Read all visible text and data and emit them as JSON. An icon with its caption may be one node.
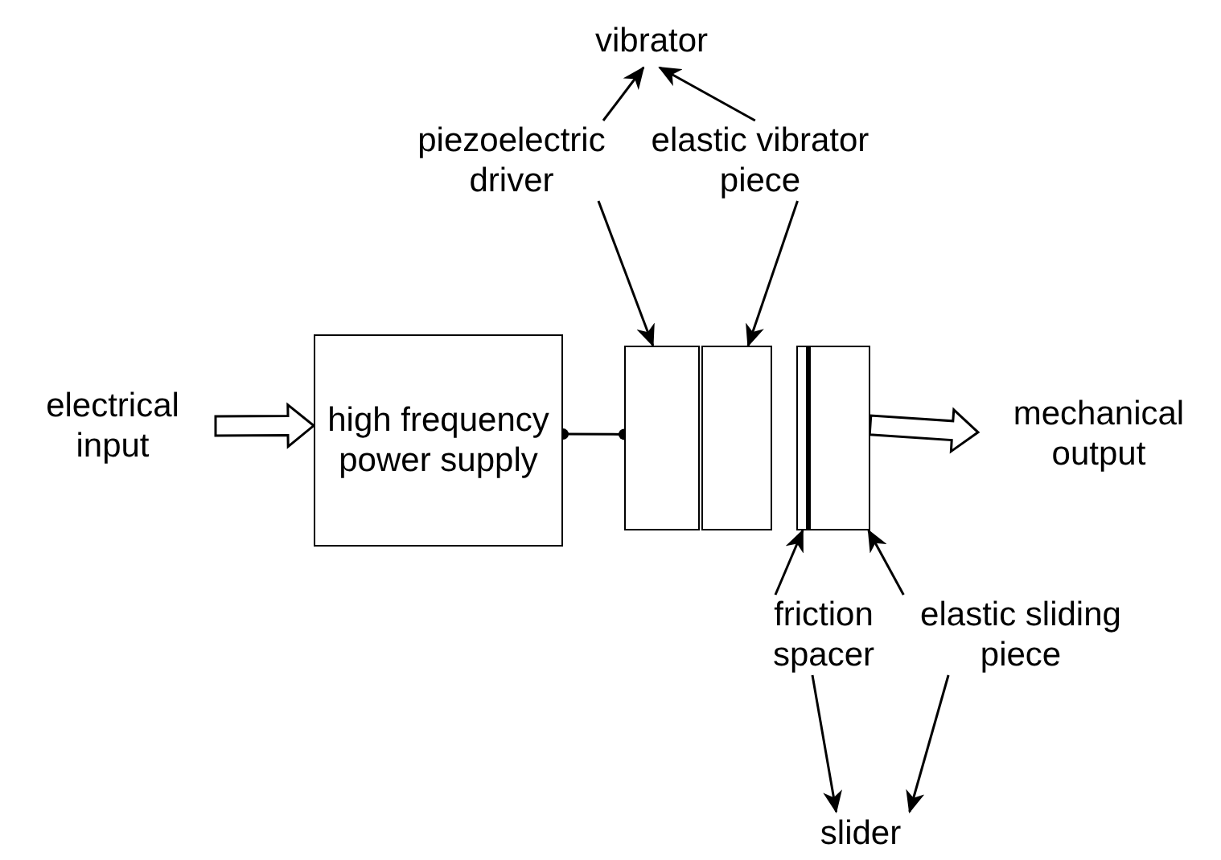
{
  "diagram": {
    "nodes": [
      {
        "text": [
          "vibrator"
        ]
      },
      {
        "text": [
          "piezoelectric driver"
        ]
      },
      {
        "text": [
          "elastic vibrator piece"
        ]
      },
      {
        "text": [
          "electrical input"
        ]
      },
      {
        "text": [
          "high frequency power supply"
        ]
      },
      {
        "text": [],
        "shape": "box"
      },
      {
        "text": [],
        "shape": "box"
      },
      {
        "text": [],
        "shape": "bar"
      },
      {
        "text": [],
        "shape": "box"
      },
      {
        "text": [
          "mechanical output"
        ]
      },
      {
        "text": [
          "friction spacer"
        ]
      },
      {
        "text": [
          "elastic sliding piece"
        ]
      },
      {
        "text": [
          "slider"
        ]
      }
    ],
    "edges": [
      {
        "from": 1,
        "to": 0,
        "arrow": "to"
      },
      {
        "from": 2,
        "to": 0,
        "arrow": "to"
      },
      {
        "from": 1,
        "to": 5,
        "arrow": "to"
      },
      {
        "from": 2,
        "to": 6,
        "arrow": "to"
      },
      {
        "from": 3,
        "to": 4,
        "arrow": "to",
        "style": "thick"
      },
      {
        "from": 4,
        "to": 5,
        "arrow": "other"
      },
      {
        "from": 8,
        "to": 9,
        "arrow": "to",
        "style": "thick"
      },
      {
        "from": 10,
        "to": 7,
        "arrow": "to"
      },
      {
        "from": 11,
        "to": 8,
        "arrow": "to"
      },
      {
        "from": 10,
        "to": 12,
        "arrow": "to"
      },
      {
        "from": 11,
        "to": 12,
        "arrow": "to"
      }
    ]
  }
}
